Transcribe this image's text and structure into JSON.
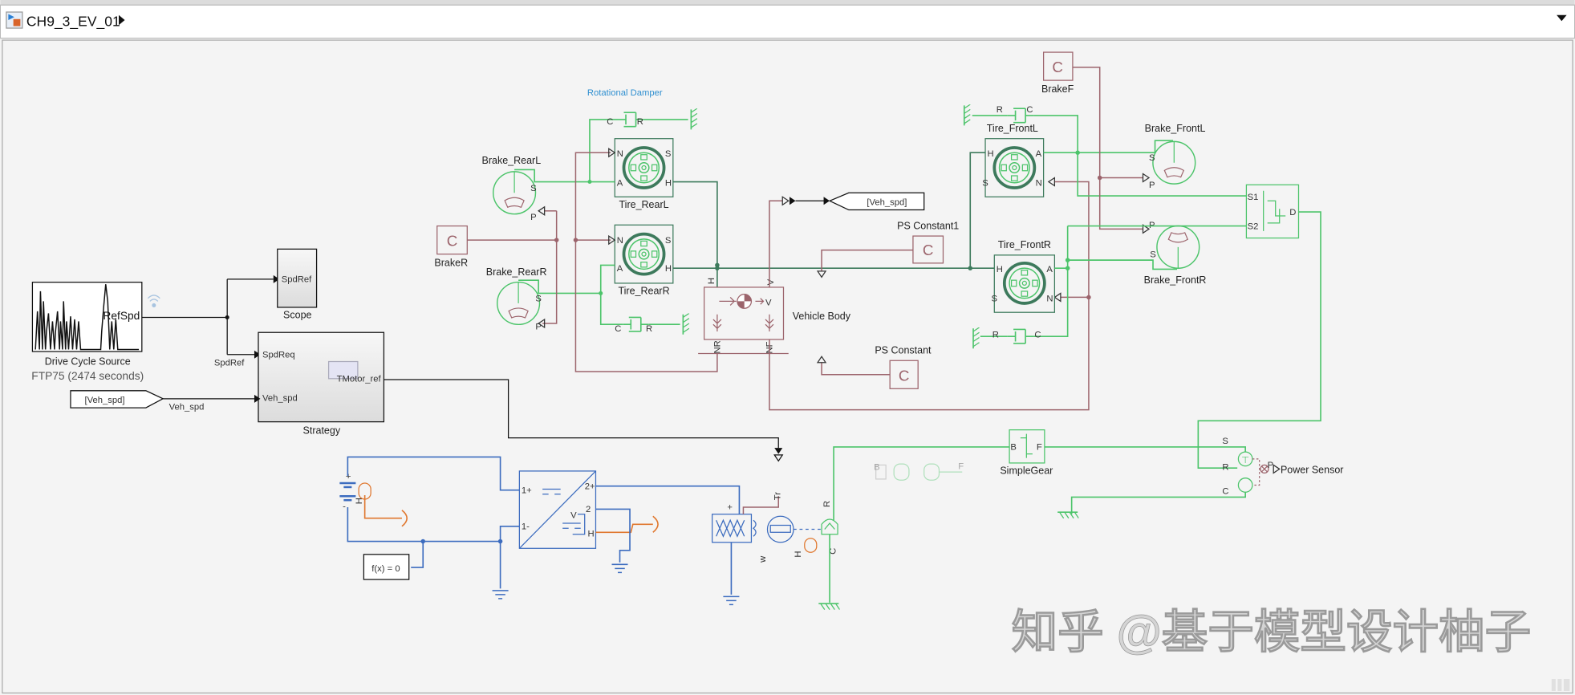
{
  "header": {
    "model_name": "CH9_3_EV_01",
    "model_icon": "simulink-model-icon",
    "breadcrumb_arrow_icon": "triangle-right-icon",
    "menu_icon": "triangle-down-icon"
  },
  "colors": {
    "mechanical_rotational": "#4cc46a",
    "mechanical_translational": "#3d7a5c",
    "physical_signal": "#9c646c",
    "electrical": "#3c6cbf",
    "thermal": "#e0772e",
    "canvas": "#f4f4f4",
    "annotation": "#2f8fd0"
  },
  "blocks": {
    "drive_cycle": {
      "name": "Drive Cycle Source",
      "subtitle": "FTP75 (2474  seconds)",
      "port": "RefSpd"
    },
    "scope": {
      "name": "Scope",
      "port": "SpdRef"
    },
    "strategy": {
      "name": "Strategy",
      "in1": "SpdReq",
      "in2": "Veh_spd",
      "out1": "TMotor_ref"
    },
    "from_veh_spd": {
      "tag": "[Veh_spd]"
    },
    "goto_veh_spd": {
      "tag": "[Veh_spd]"
    },
    "rotational_damper": {
      "name": "Rotational Damper"
    },
    "brake_rear_l": {
      "name": "Brake_RearL"
    },
    "brake_rear_r": {
      "name": "Brake_RearR"
    },
    "brake_r": {
      "name": "BrakeR",
      "glyph": "C"
    },
    "tire_rear_l": {
      "name": "Tire_RearL"
    },
    "tire_rear_r": {
      "name": "Tire_RearR"
    },
    "vehicle_body": {
      "name": "Vehicle Body"
    },
    "ps_constant1": {
      "name": "PS Constant1",
      "glyph": "C"
    },
    "ps_constant": {
      "name": "PS Constant",
      "glyph": "C"
    },
    "brake_f": {
      "name": "BrakeF",
      "glyph": "C"
    },
    "tire_front_l": {
      "name": "Tire_FrontL"
    },
    "tire_front_r": {
      "name": "Tire_FrontR"
    },
    "brake_front_l": {
      "name": "Brake_FrontL"
    },
    "brake_front_r": {
      "name": "Brake_FrontR"
    },
    "simple_gear": {
      "name": "SimpleGear"
    },
    "power_sensor": {
      "name": "Power Sensor"
    },
    "solver": {
      "name": "f(x) = 0"
    }
  },
  "signals": {
    "spdref": "SpdRef",
    "veh_spd": "Veh_spd"
  },
  "ports": {
    "N": "N",
    "S": "S",
    "A": "A",
    "H": "H",
    "P": "P",
    "C": "C",
    "R": "R",
    "V": "V",
    "NR": "NR",
    "NF": "NF",
    "B": "B",
    "F": "F",
    "S1": "S1",
    "S2": "S2",
    "D": "D",
    "plus": "+",
    "minus": "-",
    "one_plus": "1+",
    "one_minus": "1-",
    "two_plus": "2+",
    "two": "2",
    "Tr": "Tr",
    "w": "w"
  },
  "watermark": "知乎 @基于模型设计柚子"
}
